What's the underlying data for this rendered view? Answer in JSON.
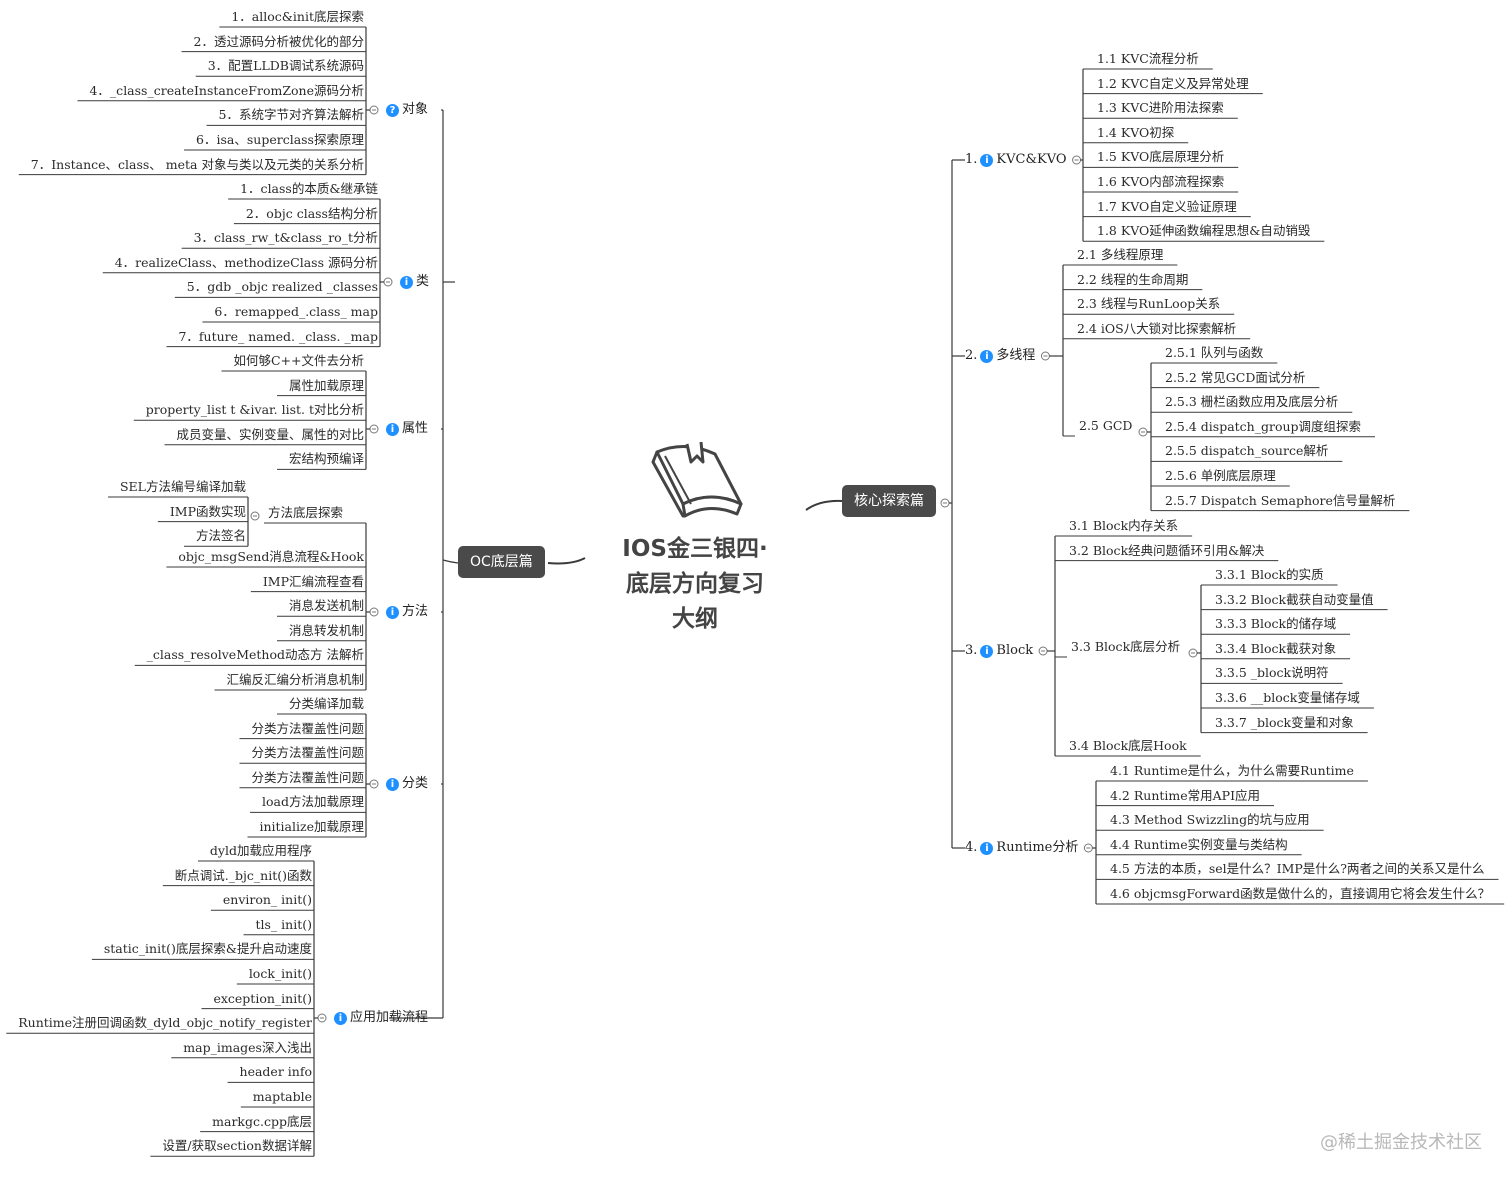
{
  "center": {
    "title_lines": [
      "IOS金三银四·",
      "底层方向复习",
      "大纲"
    ],
    "icon": "book-icon"
  },
  "watermark": "@稀土掘金技术社区",
  "left_branch": {
    "label": "OC底层篇",
    "groups": [
      {
        "label": "对象",
        "icon": "question-icon",
        "glyph": "?",
        "items": [
          "1．alloc&init底层探索",
          "2．透过源码分析被优化的部分",
          "3．配置LLDB调试系统源码",
          "4．_class_createInstanceFromZone源码分析",
          "5．系统字节对齐算法解析",
          "6．isa、superclass探索原理",
          "7．Instance、class、 meta 对象与类以及元类的关系分析"
        ]
      },
      {
        "label": "类",
        "icon": "info-icon",
        "glyph": "i",
        "items": [
          "1．class的本质&继承链",
          "2．objc class结构分析",
          "3．class_rw_t&class_ro_t分析",
          "4．realizeClass、methodizeClass 源码分析",
          "5．gdb _objc realized _classes",
          "6．remapped_.class_ map",
          "7．future_ named. _class. _map"
        ]
      },
      {
        "label": "属性",
        "icon": "info-icon",
        "glyph": "i",
        "items": [
          "如何够C++文件去分析",
          "属性加载原理",
          "property_list t &ivar. list. t对比分析",
          "成员变量、实例变量、属性的对比",
          "宏结构预编译"
        ]
      },
      {
        "label": "方法",
        "icon": "info-icon",
        "glyph": "i",
        "subhub": {
          "label": "方法底层探索",
          "items": [
            "SEL方法编号编译加载",
            "IMP函数实现",
            "方法签名"
          ]
        },
        "items": [
          "objc_msgSend消息流程&Hook",
          "IMP汇编流程查看",
          "消息发送机制",
          "消息转发机制",
          "_class_resolveMethod动态方 法解析",
          "汇编反汇编分析消息机制"
        ]
      },
      {
        "label": "分类",
        "icon": "info-icon",
        "glyph": "i",
        "items": [
          "分类编译加载",
          "分类方法覆盖性问题",
          "分类方法覆盖性问题",
          "分类方法覆盖性问题",
          "load方法加载原理",
          "initialize加载原理"
        ]
      },
      {
        "label": "应用加载流程",
        "icon": "info-icon",
        "glyph": "i",
        "items": [
          "dyld加载应用程序",
          "断点调试._bjc_nit()函数",
          "environ_ init()",
          "tls_ init()",
          "static_init()底层探索&提升启动速度",
          "lock_init()",
          "exception_init()",
          "Runtime注册回调函数_dyld_objc_notify_register",
          "map_images深入浅出",
          "header info",
          "maptable",
          "markgc.cpp底层",
          "设置/获取section数据详解"
        ]
      }
    ]
  },
  "right_branch": {
    "label": "核心探索篇",
    "groups": [
      {
        "label": "KVC&KVO",
        "prefix": "1.",
        "icon": "info-icon",
        "glyph": "i",
        "items": [
          "1.1 KVC流程分析",
          "1.2 KVC自定义及异常处理",
          "1.3 KVC进阶用法探索",
          "1.4 KVO初探",
          "1.5 KVO底层原理分析",
          "1.6 KVO内部流程探索",
          "1.7 KVO自定义验证原理",
          "1.8 KVO延伸函数编程思想&自动销毁"
        ]
      },
      {
        "label": "多线程",
        "prefix": "2.",
        "icon": "info-icon",
        "glyph": "i",
        "items": [
          "2.1 多线程原理",
          "2.2 线程的生命周期",
          "2.3 线程与RunLoop关系",
          "2.4 iOS八大锁对比探索解析"
        ],
        "subhub": {
          "label": "2.5 GCD",
          "items": [
            "2.5.1 队列与函数",
            "2.5.2 常见GCD面试分析",
            "2.5.3 栅栏函数应用及底层分析",
            "2.5.4 dispatch_group调度组探索",
            "2.5.5 dispatch_source解析",
            "2.5.6 单例底层原理",
            "2.5.7 Dispatch Semaphore信号量解析"
          ]
        }
      },
      {
        "label": "Block",
        "prefix": "3.",
        "icon": "info-icon",
        "glyph": "i",
        "items": [
          "3.1 Block内存关系",
          "3.2 Block经典问题循环引用&解决"
        ],
        "subhub": {
          "label": "3.3 Block底层分析",
          "items": [
            "3.3.1 Block的实质",
            "3.3.2 Block截获自动变量值",
            "3.3.3 Block的储存域",
            "3.3.4 Block截获对象",
            "3.3.5 _block说明符",
            "3.3.6 __block变量储存域",
            "3.3.7 _block变量和对象"
          ]
        },
        "items_after": [
          "3.4 Block底层Hook"
        ]
      },
      {
        "label": "Runtime分析",
        "prefix": "4.",
        "icon": "info-icon",
        "glyph": "i",
        "items": [
          "4.1 Runtime是什么，为什么需要Runtime",
          "4.2 Runtime常用API应用",
          "4.3 Method Swizzling的坑与应用",
          "4.4 Runtime实例变量与类结构",
          "4.5 方法的本质，sel是什么？IMP是什么?两者之间的关系又是什么",
          "4.6 objcmsgForward函数是做什么的，直接调用它将会发生什么？"
        ]
      }
    ]
  }
}
